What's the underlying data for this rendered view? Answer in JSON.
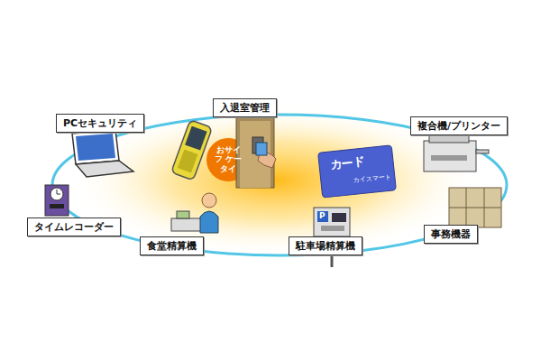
{
  "diagram": {
    "nodes": [
      {
        "text": [
          "PCセキュリティ"
        ]
      },
      {
        "text": [
          "入退室管理"
        ]
      },
      {
        "text": [
          "複合機/プリンター"
        ]
      },
      {
        "text": [
          "タイムレコーダー"
        ]
      },
      {
        "text": [
          "食堂精算機"
        ]
      },
      {
        "text": [
          "駐車場精算機"
        ]
      },
      {
        "text": [
          "事務機器"
        ]
      }
    ],
    "labels": [
      "おサイフ ケータイ",
      "カード",
      "カイスマート",
      "P"
    ]
  }
}
